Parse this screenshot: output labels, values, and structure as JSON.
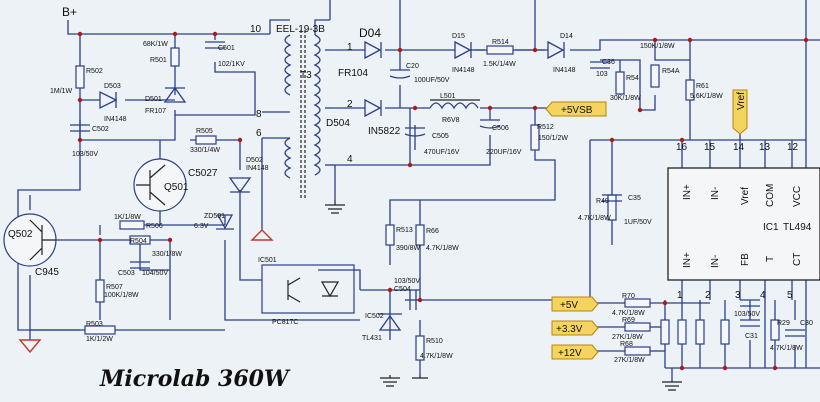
{
  "title": "Microlab 360W",
  "labels": {
    "bplus": "B+",
    "eel": "EEL-19-3B",
    "t3": "T3",
    "pin10": "10",
    "pin8": "8",
    "pin6": "6",
    "pin1": "1",
    "pin2": "2",
    "pin4": "4",
    "r502": "R502",
    "r502v": "1M/1W",
    "r501": "R501",
    "r501v": "68K/1W",
    "c501": "C501",
    "c501v": "102/1KV",
    "d503": "D503",
    "d503v": "IN4148",
    "d501": "D501",
    "d501v": "FR107",
    "c502": "C502",
    "c502v": "103/50V",
    "r505": "R505",
    "r505v": "330/1/4W",
    "d502": "D502",
    "d502v": "IN4148",
    "q501": "Q501",
    "c5027": "C5027",
    "q502": "Q502",
    "c945": "C945",
    "r506": "R506",
    "r506v": "1K/1/8W",
    "r504": "R504",
    "r504v": "330/1/8W",
    "zd501": "ZD501",
    "zd501v": "6.3V",
    "c503": "C503",
    "c503v": "104/50V",
    "r507": "R507",
    "r507v": "100K/1/8W",
    "r503": "R503",
    "r503v": "1K/1/2W",
    "ic501": "IC501",
    "pc817": "PC817C",
    "d04": "D04",
    "fr104": "FR104",
    "d504": "D504",
    "in5822": "IN5822",
    "c20": "C20",
    "c20v": "100UF/50V",
    "d15": "D15",
    "d15v": "IN4148",
    "r514": "R514",
    "r514v": "1.5K/1/4W",
    "d14": "D14",
    "d14v": "IN4148",
    "c36": "C36",
    "c36v": "103",
    "r54": "R54",
    "r54v": "30K/1/8W",
    "r54a": "R54A",
    "r54av": "150K/1/8W",
    "l501": "L501",
    "l501v": "R6V8",
    "c505": "C505",
    "c505v": "470UF/16V",
    "c506": "C506",
    "c506v": "220UF/16V",
    "r512": "R512",
    "r512v": "150/1/2W",
    "v5sb": "+5VSB",
    "r513": "R513",
    "r513v": "390/8W",
    "r66": "R66",
    "r66v": "4.7K/1/8W",
    "c504": "C504",
    "c504v": "103/50V",
    "ic502": "IC502",
    "tl431": "TL431",
    "r510": "R510",
    "r510v": "4.7K/1/8W",
    "r61": "R61",
    "r61v": "5.6K/1/8W",
    "vref": "Vref",
    "r49": "R49",
    "r49v": "4.7K/1/8W",
    "c35": "C35",
    "c35v": "1UF/50V",
    "ic1": "IC1",
    "tl494": "TL494",
    "pins_top": [
      "16",
      "15",
      "14",
      "13",
      "12"
    ],
    "pins_top_names": [
      "IN+",
      "IN-",
      "Vref",
      "COM",
      "VCC"
    ],
    "pins_bot": [
      "1",
      "2",
      "3",
      "4",
      "5"
    ],
    "pins_bot_names": [
      "IN+",
      "IN-",
      "FB",
      "T",
      "CT"
    ],
    "p5v": "+5V",
    "p33v": "+3.3V",
    "p12v": "+12V",
    "r70": "R70",
    "r70v": "4.7K/1/8W",
    "r69": "R69",
    "r69v": "27K/1/8W",
    "r68": "R68",
    "r68v": "27K/1/8W",
    "c31": "C31",
    "c31v": "103/50V",
    "r29": "R29",
    "r29v": "4.7K/1/8W",
    "c30": "C30"
  }
}
